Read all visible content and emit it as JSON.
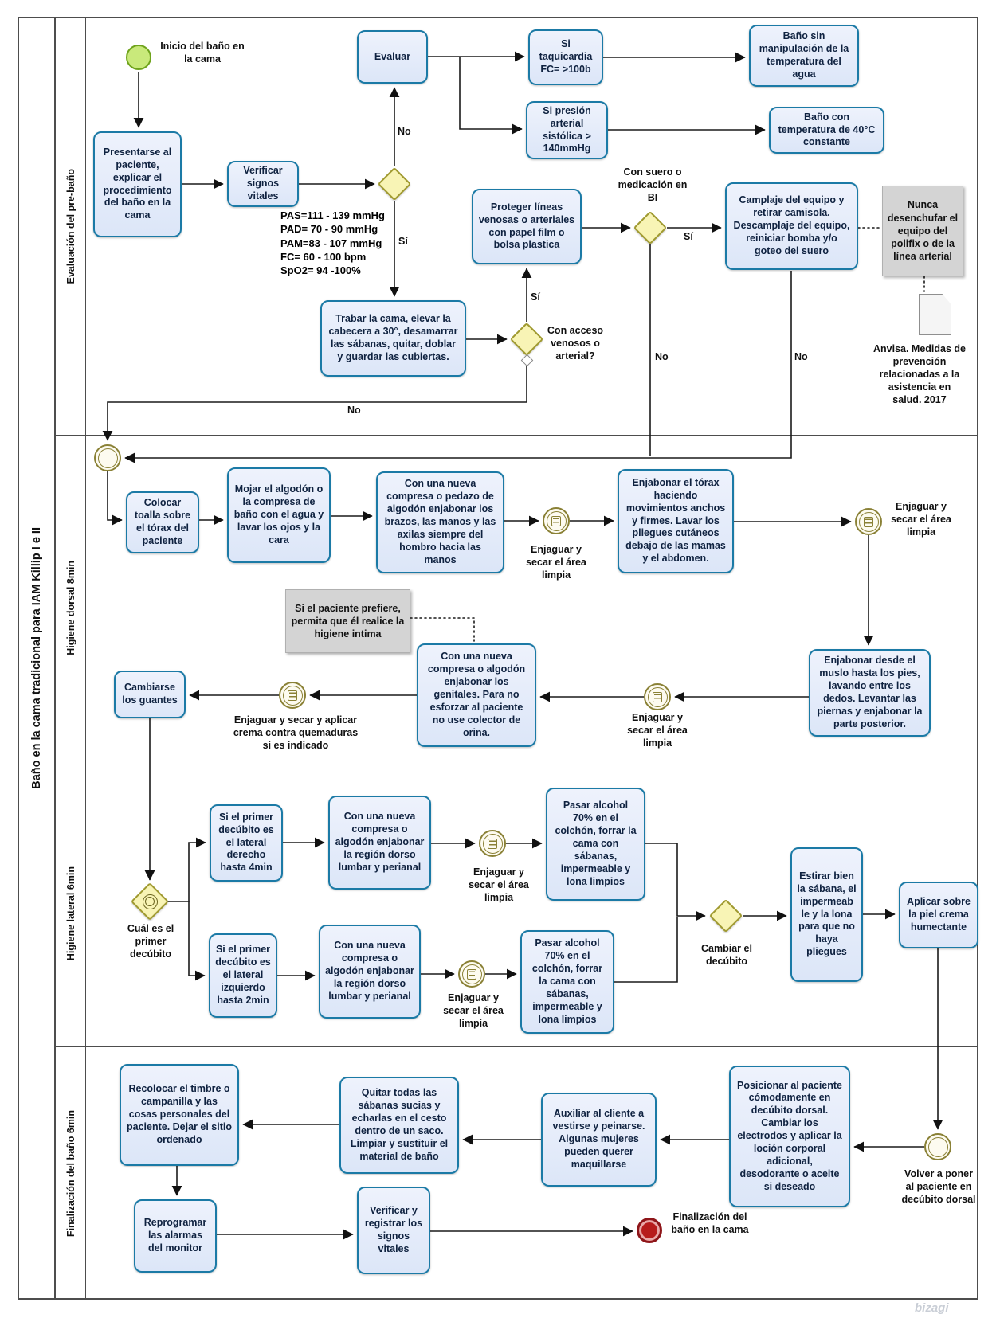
{
  "pool": {
    "title": "Baño en la cama tradicional para IAM Killip I e II"
  },
  "lanes": [
    {
      "label": "Evaluación del pre-baño"
    },
    {
      "label": "Higiene dorsal  8min"
    },
    {
      "label": "Higiene lateral 6min"
    },
    {
      "label": "Finalización del baño 6min"
    }
  ],
  "events": {
    "start_label": "Inicio del baño en la cama",
    "end_label": "Finalización del baño en la cama",
    "volver_label": "Volver a poner  al paciente en decúbito dorsal"
  },
  "nodes": {
    "presentarse": "Presentarse al paciente, explicar el procedimiento del baño en la cama",
    "verificar": "Verificar signos vitales",
    "evaluar": "Evaluar",
    "si_taquicardia": "Si taquicardia FC=  >100b",
    "bano_sin": "Baño sin manipulación de la temperatura del agua",
    "si_presion": "Si presión arterial sistólica > 140mmHg",
    "bano_con": "Baño con temperatura de 40°C constante",
    "trabar": "Trabar la cama, elevar la cabecera a 30°, desamarrar las sábanas, quitar, doblar y guardar las cubiertas.",
    "proteger": "Proteger líneas venosas o arteriales con papel film o bolsa plastica",
    "camplaje": "Camplaje del equipo y retirar camisola. Descamplaje del equipo, reiniciar bomba y/o goteo del suero",
    "colocar": "Colocar toalla sobre el tórax del paciente",
    "mojar": "Mojar el algodón o la compresa de baño con el agua y lavar los ojos y la cara",
    "compresa_brazos": "Con una nueva compresa o pedazo de algodón enjabonar los brazos, las manos  y las axilas siempre del hombro hacia las manos",
    "enjabonar_torax": "Enjabonar el tórax haciendo movimientos anchos y firmes. Lavar los pliegues cutáneos debajo de las mamas y  el abdomen.",
    "enjabonar_muslo": "Enjabonar desde el muslo hasta los pies, lavando entre los dedos. Levantar las piernas y enjabonar la parte posterior.",
    "genitales": "Con una nueva compresa o algodón enjabonar los genitales. Para no esforzar al paciente no use colector de orina.",
    "cambiarse": "Cambiarse los guantes",
    "si_derecho": "Si el primer decúbito es el lateral derecho hasta 4min",
    "si_izquierdo": "Si el primer decúbito es el lateral izquierdo hasta 2min",
    "compresa_dorso": "Con una nueva compresa o algodón enjabonar la región dorso lumbar y perianal",
    "pasar_alcohol": "Pasar alcohol 70% en el colchón, forrar la cama con sábanas, impermeable y lona limpios",
    "estirar": "Estirar bien la sábana, el impermeab le y la lona para que no haya pliegues",
    "aplicar": "Aplicar sobre la piel crema humectante",
    "posicionar": "Posicionar al paciente cómodamente en decúbito dorsal. Cambiar los electrodos y aplicar la loción corporal adicional, desodorante o aceite si deseado",
    "auxiliar": "Auxiliar al cliente a vestirse y peinarse. Algunas mujeres pueden querer maquillarse",
    "quitar": "Quitar todas las sábanas sucias y echarlas en el cesto dentro de un saco. Limpiar y sustituir el material de baño",
    "recolocar": "Recolocar el timbre o campanilla y las cosas personales del paciente. Dejar el sitio ordenado",
    "reprogramar": "Reprogramar las alarmas del monitor",
    "verificar_registrar": "Verificar y registrar los signos vitales"
  },
  "gateways": {
    "con_suero": "Con suero o medicación en BI",
    "con_acceso": "Con acceso venosos o arterial?",
    "cual_decubito": "Cuál es el primer decúbito",
    "cambiar_decubito": "Cambiar el decúbito"
  },
  "labels": {
    "yes": "Sí",
    "no": "No",
    "enjuagar": "Enjaguar y secar el área limpia",
    "enjuagar_crema": "Enjaguar y secar y aplicar crema contra quemaduras si es indicado"
  },
  "vitals": [
    "PAS=111 - 139 mmHg",
    "PAD= 70 - 90 mmHg",
    "PAM=83 - 107 mmHg",
    "FC= 60 - 100 bpm",
    "SpO2= 94 -100%"
  ],
  "annotations": {
    "nunca": "Nunca desenchufar el equipo del polifix o de la línea arterial",
    "si_paciente": "Si el paciente prefiere, permita que él realice la higiene intima",
    "anvisa": "Anvisa. Medidas de prevención relacionadas a la asistencia en salud. 2017"
  },
  "colors": {
    "task_border": "#1b7aa6",
    "task_fill": "#e7edfb",
    "gateway_fill": "#f8f4b5",
    "gateway_border": "#a09a30",
    "start_fill": "#c9e97b",
    "start_border": "#6fa31c",
    "event_border": "#8a8136",
    "end_red": "#b71c1c",
    "annotation_fill": "#d4d4d4"
  },
  "watermark": "bizagi"
}
